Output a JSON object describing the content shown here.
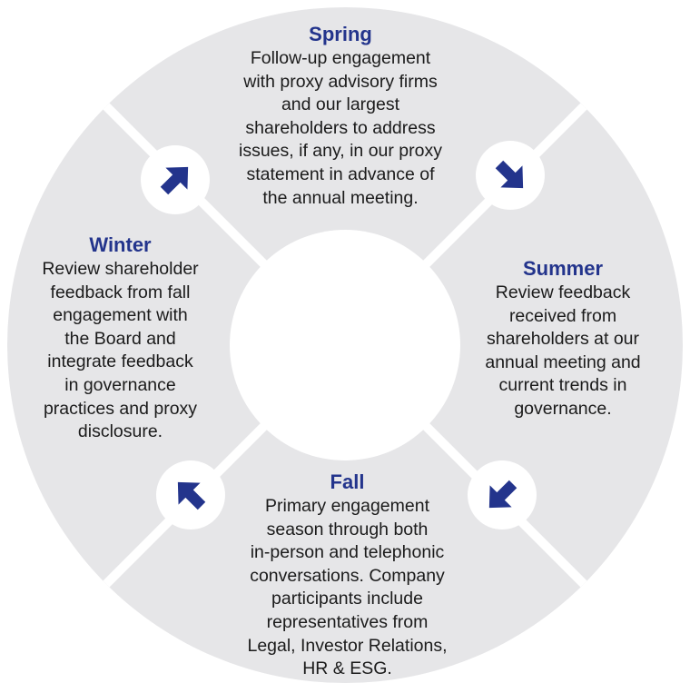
{
  "colors": {
    "ring": "#e6e6e8",
    "divider": "#ffffff",
    "arrow": "#23348c",
    "title": "#23348c",
    "text": "#1b1b1b"
  },
  "seasons": {
    "spring": {
      "title": "Spring",
      "text": "Follow-up engagement\nwith proxy advisory firms\nand our largest\nshareholders to address\nissues, if any, in our proxy\nstatement in advance of\nthe annual meeting."
    },
    "summer": {
      "title": "Summer",
      "text": "Review feedback\nreceived from\nshareholders at our\nannual meeting and\ncurrent trends in\ngovernance."
    },
    "fall": {
      "title": "Fall",
      "text": "Primary engagement\nseason through both\nin-person and telephonic\nconversations. Company\nparticipants include\nrepresentatives from\nLegal, Investor Relations,\nHR & ESG."
    },
    "winter": {
      "title": "Winter",
      "text": "Review shareholder\nfeedback from fall\nengagement with\nthe Board and\nintegrate feedback\nin governance\npractices and proxy\ndisclosure."
    }
  },
  "arrows": [
    {
      "name": "arrow-up-right-icon",
      "direction": "up-right"
    },
    {
      "name": "arrow-down-right-icon",
      "direction": "down-right"
    },
    {
      "name": "arrow-down-left-icon",
      "direction": "down-left"
    },
    {
      "name": "arrow-up-left-icon",
      "direction": "up-left"
    }
  ]
}
